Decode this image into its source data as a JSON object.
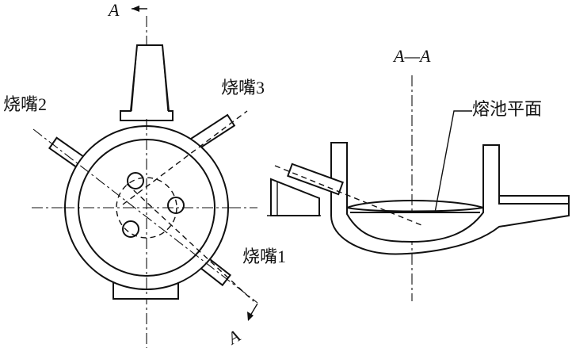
{
  "section_marker": {
    "letter": "A"
  },
  "section_marker_bottom": {
    "letter": "A"
  },
  "section_title": "A—A",
  "burners": {
    "burner1": "烧嘴",
    "burner1_num": "1",
    "burner2": "烧嘴",
    "burner2_num": "2",
    "burner3": "烧嘴",
    "burner3_num": "3"
  },
  "melt_pool_label": "熔池平面"
}
